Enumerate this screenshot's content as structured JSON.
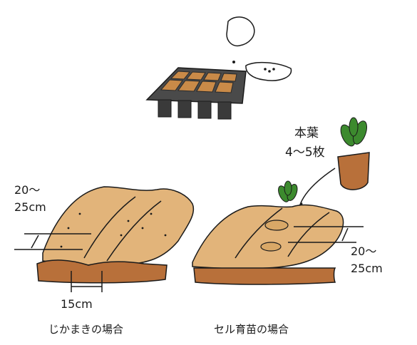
{
  "labels": {
    "true_leaves_line1": "本葉",
    "true_leaves_line2": "4～5枚",
    "row_spacing_left_line1": "20～",
    "row_spacing_left_line2": "25cm",
    "row_spacing_right_line1": "20～",
    "row_spacing_right_line2": "25cm",
    "row_width": "15cm",
    "caption_direct_sowing": "じかまきの場合",
    "caption_cell_seedling": "セル育苗の場合"
  },
  "colors": {
    "soil": "#e2b47a",
    "soil_shadow": "#c9955a",
    "soil_cross_section": "#b8703a",
    "tray": "#4a4a4a",
    "tray_soil": "#c98a48",
    "leaf": "#3c8a2e",
    "skin": "#ffffff",
    "outline": "#1a1a1a"
  }
}
